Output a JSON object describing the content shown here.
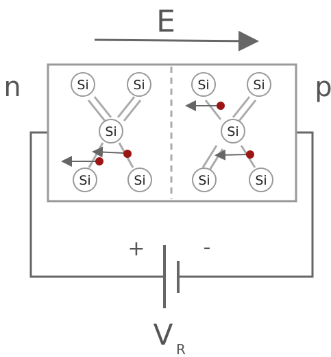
{
  "field": {
    "label": "E"
  },
  "regions": {
    "left_label": "n",
    "right_label": "p"
  },
  "battery": {
    "plus": "+",
    "minus": "-",
    "label_main": "V",
    "label_sub": "R"
  },
  "atoms": {
    "symbol": "Si",
    "count": 10
  },
  "charges": {
    "count": 4
  },
  "colors": {
    "line": "#666666",
    "box": "#999999",
    "divider": "#aaaaaa",
    "charge": "#9b1515",
    "atom_fill": "#ffffff"
  }
}
